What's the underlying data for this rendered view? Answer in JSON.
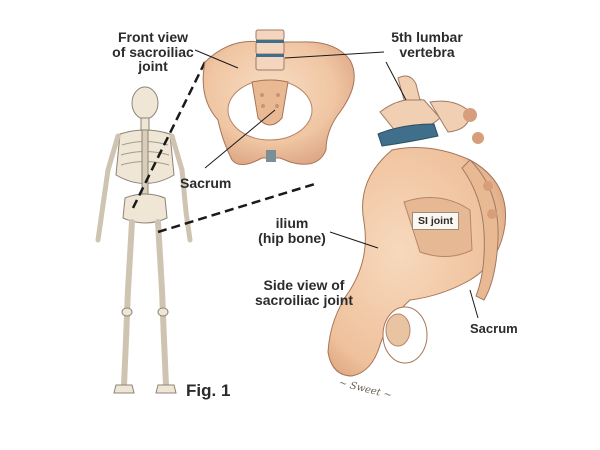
{
  "labels": {
    "front_view": [
      "Front view",
      "of sacroiliac",
      "joint"
    ],
    "lumbar": [
      "5th lumbar",
      "vertebra"
    ],
    "sacrum_front": "Sacrum",
    "ilium": [
      "ilium",
      "(hip bone)"
    ],
    "si_joint": "SI joint",
    "side_view": [
      "Side view of",
      "sacroiliac joint"
    ],
    "sacrum_side": "Sacrum",
    "figure_caption": "Fig. 1"
  },
  "colors": {
    "bone": "#f0c6a3",
    "bone_shadow": "#d79e7c",
    "cartilage": "#3f6f8a",
    "skeleton": "#efe6d5",
    "line": "#1a1a1a"
  }
}
